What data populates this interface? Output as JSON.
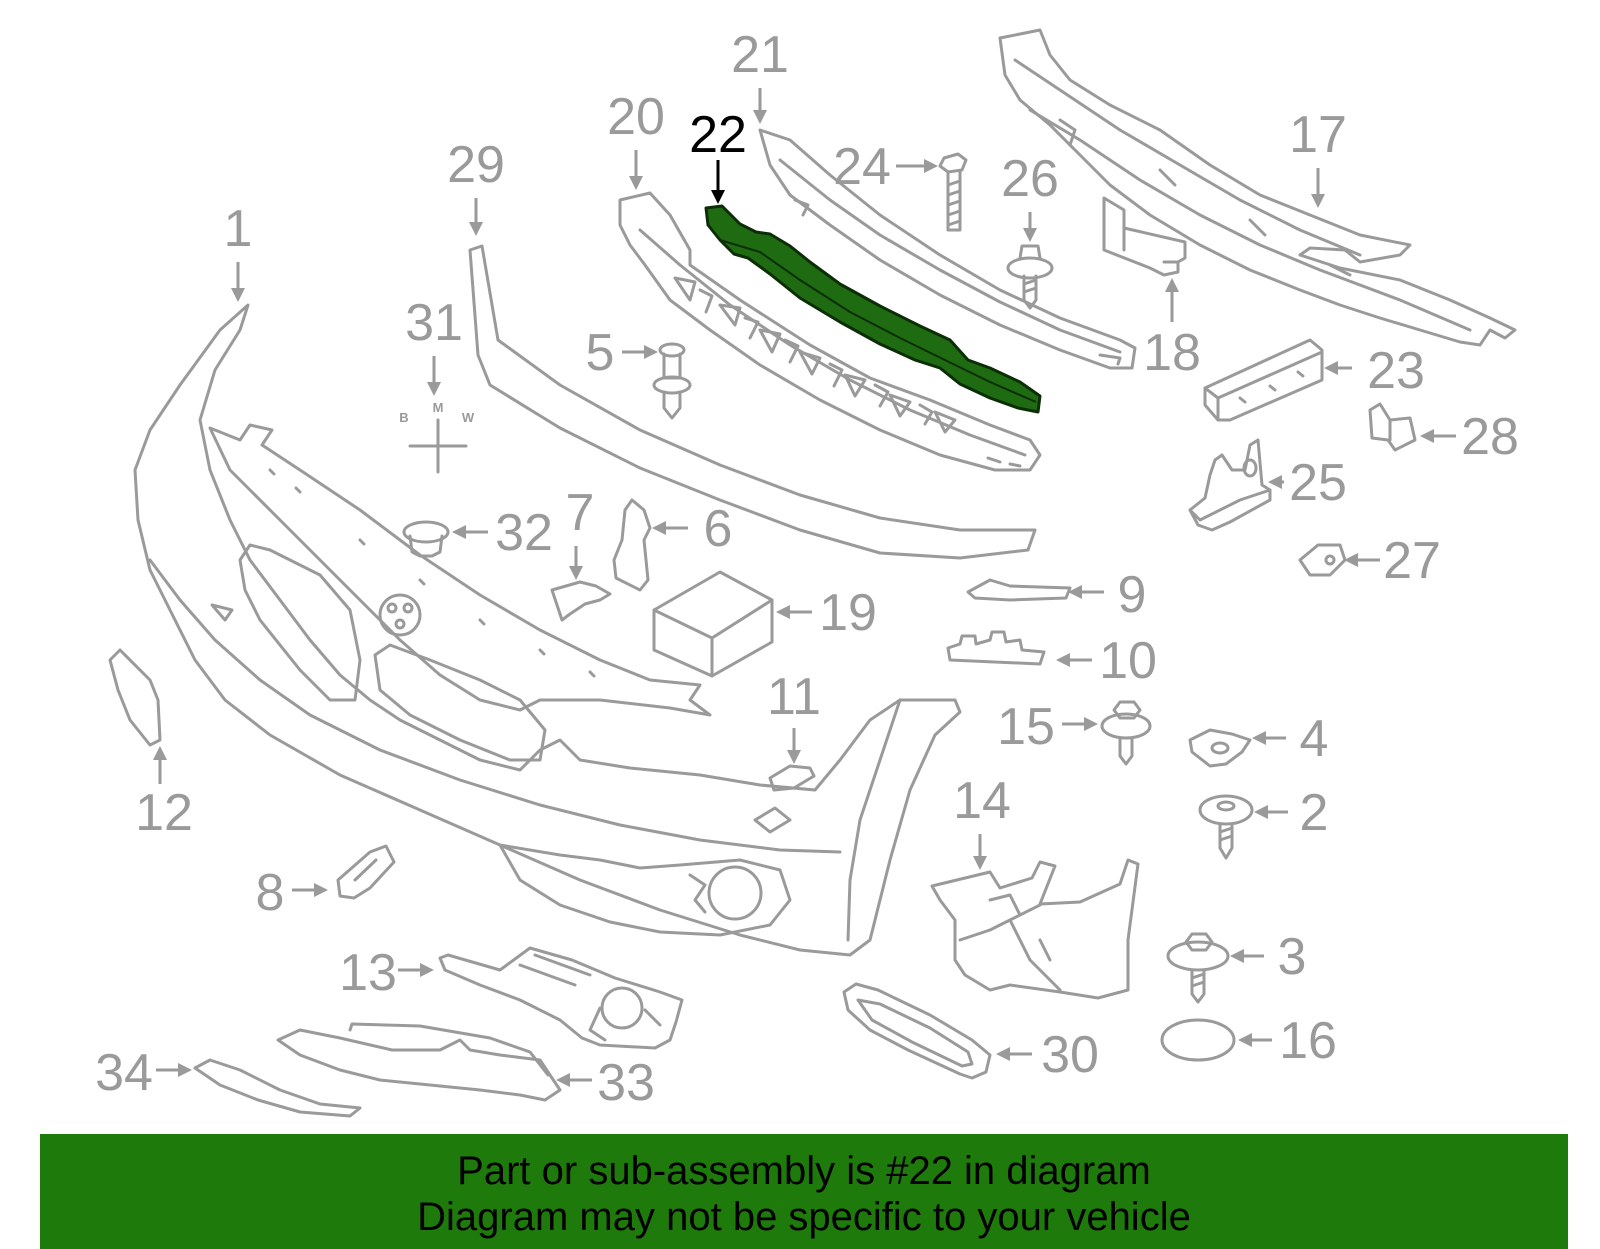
{
  "callouts": {
    "c1": "1",
    "c2": "2",
    "c3": "3",
    "c4": "4",
    "c5": "5",
    "c6": "6",
    "c7": "7",
    "c8": "8",
    "c9": "9",
    "c10": "10",
    "c11": "11",
    "c12": "12",
    "c13": "13",
    "c14": "14",
    "c15": "15",
    "c16": "16",
    "c17": "17",
    "c18": "18",
    "c19": "19",
    "c20": "20",
    "c21": "21",
    "c22": "22",
    "c23": "23",
    "c24": "24",
    "c25": "25",
    "c26": "26",
    "c27": "27",
    "c28": "28",
    "c29": "29",
    "c30": "30",
    "c31": "31",
    "c32": "32",
    "c33": "33",
    "c34": "34"
  },
  "highlighted_part": "22",
  "logo": {
    "left": "B",
    "middle": "M",
    "right": "W"
  },
  "banner": {
    "line1": "Part or sub-assembly is #22 in diagram",
    "line2": "Diagram may not be specific to your vehicle"
  },
  "colors": {
    "line_gray": "#9a9a9a",
    "highlight_green": "#1f6b12",
    "banner_green": "#1f7a0c",
    "text_black": "#000000"
  }
}
